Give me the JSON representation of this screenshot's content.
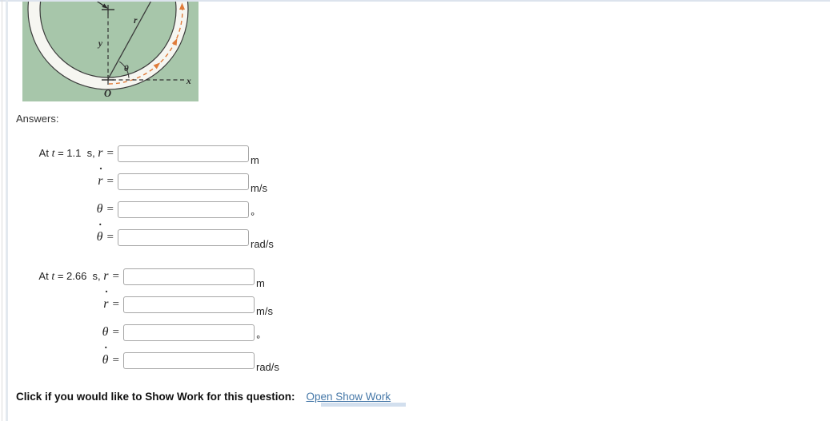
{
  "page": {
    "answers_heading": "Answers:",
    "show_work_prompt": "Click if you would like to Show Work for this question:",
    "show_work_link": "Open Show Work"
  },
  "colors": {
    "figure_bg": "#a7c6aa",
    "ring_fill": "#f6f6f1",
    "line_dark": "#3c3c3c",
    "path_orange": "#e07c3a",
    "link_blue": "#4678a8"
  },
  "figure": {
    "description": "circular slot guide on green background with polar coordinates",
    "labels": {
      "y": "y",
      "r": "r",
      "theta": "θ",
      "x": "x",
      "origin": "O"
    }
  },
  "answers": {
    "equals": "=",
    "groups": [
      {
        "time_label": "At t = 1.1 s",
        "rows": [
          {
            "pre_plain": "At ",
            "pre_italic": "t",
            "pre_rest": " = 1.1  s, ",
            "dot": "",
            "symbol": "r",
            "unit": "m",
            "value": ""
          },
          {
            "pre_plain": "",
            "pre_italic": "",
            "pre_rest": "",
            "dot": "˙",
            "symbol": "r",
            "unit": "m/s",
            "value": ""
          },
          {
            "pre_plain": "",
            "pre_italic": "",
            "pre_rest": "",
            "dot": "",
            "symbol": "θ",
            "unit": "°",
            "value": ""
          },
          {
            "pre_plain": "",
            "pre_italic": "",
            "pre_rest": "",
            "dot": "˙",
            "symbol": "θ",
            "unit": "rad/s",
            "value": ""
          }
        ]
      },
      {
        "time_label": "At t = 2.66 s",
        "rows": [
          {
            "pre_plain": "At ",
            "pre_italic": "t",
            "pre_rest": " = 2.66  s, ",
            "dot": "",
            "symbol": "r",
            "unit": "m",
            "value": ""
          },
          {
            "pre_plain": "",
            "pre_italic": "",
            "pre_rest": "",
            "dot": "˙",
            "symbol": "r",
            "unit": "m/s",
            "value": ""
          },
          {
            "pre_plain": "",
            "pre_italic": "",
            "pre_rest": "",
            "dot": "",
            "symbol": "θ",
            "unit": "°",
            "value": ""
          },
          {
            "pre_plain": "",
            "pre_italic": "",
            "pre_rest": "",
            "dot": "˙",
            "symbol": "θ",
            "unit": "rad/s",
            "value": ""
          }
        ]
      }
    ]
  }
}
